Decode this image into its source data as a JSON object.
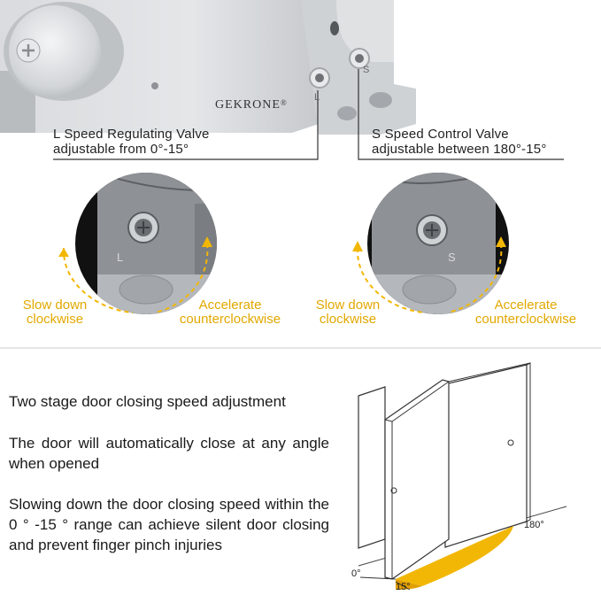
{
  "brand": "GEKRONE",
  "brand_mark": "®",
  "valves": {
    "left": {
      "title": "L Speed Regulating Valve",
      "range": "adjustable from 0°-15°",
      "marker": "L"
    },
    "right": {
      "title": "S Speed Control Valve",
      "range": "adjustable between 180°-15°",
      "marker": "S"
    }
  },
  "directions": {
    "slow_1": "Slow down",
    "slow_2": "clockwise",
    "fast_1": "Accelerate",
    "fast_2": "counterclockwise"
  },
  "colors": {
    "accent": "#f2b705",
    "metal": "#c9ccd0",
    "dark_bg": "#111111"
  },
  "description": {
    "heading": "Two stage door closing speed adjustment",
    "para1": "The door will automatically close at any angle when opened",
    "para2": "Slowing down the door closing speed within the 0 ° -15 ° range can achieve silent door closing and prevent finger pinch injuries"
  },
  "door_angles": {
    "zero": "0°",
    "fifteen": "15°",
    "max": "180°"
  }
}
